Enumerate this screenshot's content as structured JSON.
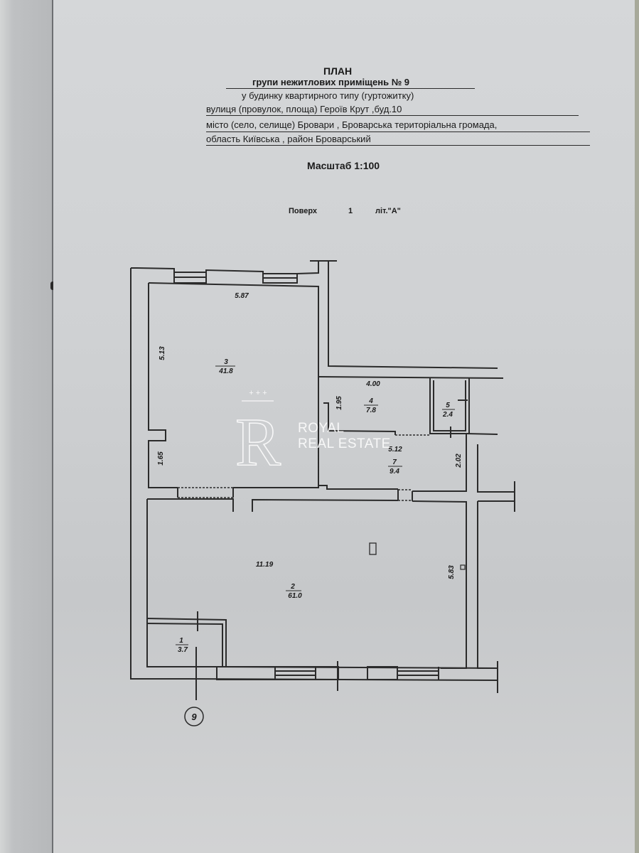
{
  "document": {
    "title": "ПЛАН",
    "line1": "групи   нежитлових   приміщень  № 9",
    "line2": "у будинку квартирного  типу  (гуртожитку)",
    "line3": "вулиця   (провулок, площа)  Героїв   Крут  ,буд.10",
    "line4": "місто (село, селище)  Бровари ,  Броварська територіальна  громада,",
    "line5": "область        Київська ,          район   Броварський",
    "scale_label": "Масштаб  1:100",
    "floor_label": "Поверх",
    "floor_value": "1",
    "letter_label": "літ.\"А\""
  },
  "rooms": [
    {
      "number": "1",
      "area": "3.7"
    },
    {
      "number": "2",
      "area": "61.0"
    },
    {
      "number": "3",
      "area": "41.8"
    },
    {
      "number": "4",
      "area": "7.8"
    },
    {
      "number": "5",
      "area": "2.4"
    },
    {
      "number": "7",
      "area": "9.4"
    }
  ],
  "dimensions": {
    "room3_width": "5.87",
    "room3_height": "5.13",
    "room3_lower": "1.65",
    "room4_width": "4.00",
    "room4_height": "1.95",
    "room7_width": "5.12",
    "room7_height": "2.02",
    "room2_width": "11.19",
    "room2_height": "5.83"
  },
  "premises_marker": "9",
  "watermark": {
    "line1": "ROYAL",
    "line2": "REAL ESTATE",
    "monogram": "R",
    "stars": "+ + +"
  }
}
